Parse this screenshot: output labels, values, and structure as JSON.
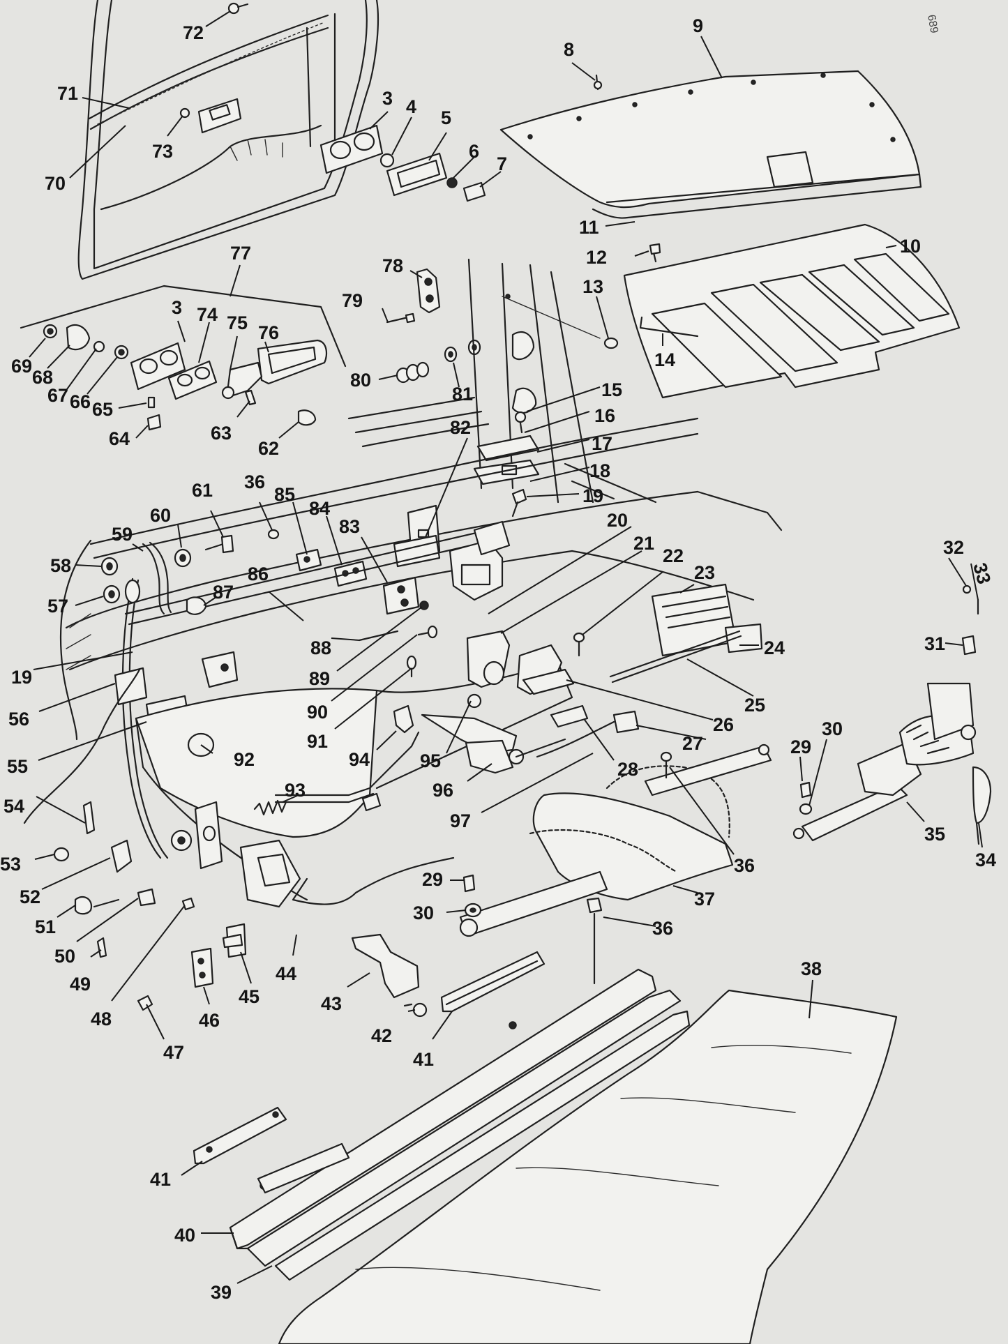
{
  "diagram": {
    "corner_mark": "689",
    "callouts": [
      {
        "id": "c72",
        "label": "72"
      },
      {
        "id": "c71",
        "label": "71"
      },
      {
        "id": "c73",
        "label": "73"
      },
      {
        "id": "c70",
        "label": "70"
      },
      {
        "id": "c3a",
        "label": "3"
      },
      {
        "id": "c4",
        "label": "4"
      },
      {
        "id": "c5",
        "label": "5"
      },
      {
        "id": "c6",
        "label": "6"
      },
      {
        "id": "c7",
        "label": "7"
      },
      {
        "id": "c8",
        "label": "8"
      },
      {
        "id": "c9",
        "label": "9"
      },
      {
        "id": "c11",
        "label": "11"
      },
      {
        "id": "c12",
        "label": "12"
      },
      {
        "id": "c10",
        "label": "10"
      },
      {
        "id": "c13",
        "label": "13"
      },
      {
        "id": "c14",
        "label": "14"
      },
      {
        "id": "c77",
        "label": "77"
      },
      {
        "id": "c78",
        "label": "78"
      },
      {
        "id": "c79",
        "label": "79"
      },
      {
        "id": "c3b",
        "label": "3"
      },
      {
        "id": "c74",
        "label": "74"
      },
      {
        "id": "c75",
        "label": "75"
      },
      {
        "id": "c76",
        "label": "76"
      },
      {
        "id": "c69",
        "label": "69"
      },
      {
        "id": "c68",
        "label": "68"
      },
      {
        "id": "c67",
        "label": "67"
      },
      {
        "id": "c66",
        "label": "66"
      },
      {
        "id": "c65",
        "label": "65"
      },
      {
        "id": "c64",
        "label": "64"
      },
      {
        "id": "c63",
        "label": "63"
      },
      {
        "id": "c62",
        "label": "62"
      },
      {
        "id": "c80",
        "label": "80"
      },
      {
        "id": "c81",
        "label": "81"
      },
      {
        "id": "c15",
        "label": "15"
      },
      {
        "id": "c16",
        "label": "16"
      },
      {
        "id": "c82",
        "label": "82"
      },
      {
        "id": "c17",
        "label": "17"
      },
      {
        "id": "c18",
        "label": "18"
      },
      {
        "id": "c19a",
        "label": "19"
      },
      {
        "id": "c36a",
        "label": "36"
      },
      {
        "id": "c85",
        "label": "85"
      },
      {
        "id": "c84",
        "label": "84"
      },
      {
        "id": "c83",
        "label": "83"
      },
      {
        "id": "c61",
        "label": "61"
      },
      {
        "id": "c60",
        "label": "60"
      },
      {
        "id": "c59",
        "label": "59"
      },
      {
        "id": "c58",
        "label": "58"
      },
      {
        "id": "c57",
        "label": "57"
      },
      {
        "id": "c86",
        "label": "86"
      },
      {
        "id": "c87",
        "label": "87"
      },
      {
        "id": "c20",
        "label": "20"
      },
      {
        "id": "c21",
        "label": "21"
      },
      {
        "id": "c22",
        "label": "22"
      },
      {
        "id": "c23",
        "label": "23"
      },
      {
        "id": "c32",
        "label": "32"
      },
      {
        "id": "c33",
        "label": "33"
      },
      {
        "id": "c31",
        "label": "31"
      },
      {
        "id": "c24",
        "label": "24"
      },
      {
        "id": "c19b",
        "label": "19"
      },
      {
        "id": "c88",
        "label": "88"
      },
      {
        "id": "c89",
        "label": "89"
      },
      {
        "id": "c56",
        "label": "56"
      },
      {
        "id": "c90",
        "label": "90"
      },
      {
        "id": "c25",
        "label": "25"
      },
      {
        "id": "c26",
        "label": "26"
      },
      {
        "id": "c91",
        "label": "91"
      },
      {
        "id": "c55",
        "label": "55"
      },
      {
        "id": "c92",
        "label": "92"
      },
      {
        "id": "c94",
        "label": "94"
      },
      {
        "id": "c95",
        "label": "95"
      },
      {
        "id": "c27",
        "label": "27"
      },
      {
        "id": "c28",
        "label": "28"
      },
      {
        "id": "c29a",
        "label": "29"
      },
      {
        "id": "c30a",
        "label": "30"
      },
      {
        "id": "c93",
        "label": "93"
      },
      {
        "id": "c96",
        "label": "96"
      },
      {
        "id": "c54",
        "label": "54"
      },
      {
        "id": "c97",
        "label": "97"
      },
      {
        "id": "c35",
        "label": "35"
      },
      {
        "id": "c34",
        "label": "34"
      },
      {
        "id": "c53",
        "label": "53"
      },
      {
        "id": "c36b",
        "label": "36"
      },
      {
        "id": "c52",
        "label": "52"
      },
      {
        "id": "c29b",
        "label": "29"
      },
      {
        "id": "c37",
        "label": "37"
      },
      {
        "id": "c51",
        "label": "51"
      },
      {
        "id": "c30b",
        "label": "30"
      },
      {
        "id": "c36c",
        "label": "36"
      },
      {
        "id": "c50",
        "label": "50"
      },
      {
        "id": "c44",
        "label": "44"
      },
      {
        "id": "c49",
        "label": "49"
      },
      {
        "id": "c45",
        "label": "45"
      },
      {
        "id": "c48",
        "label": "48"
      },
      {
        "id": "c43",
        "label": "43"
      },
      {
        "id": "c38",
        "label": "38"
      },
      {
        "id": "c46",
        "label": "46"
      },
      {
        "id": "c42",
        "label": "42"
      },
      {
        "id": "c47",
        "label": "47"
      },
      {
        "id": "c41a",
        "label": "41"
      },
      {
        "id": "c41b",
        "label": "41"
      },
      {
        "id": "c40",
        "label": "40"
      },
      {
        "id": "c39",
        "label": "39"
      }
    ]
  }
}
